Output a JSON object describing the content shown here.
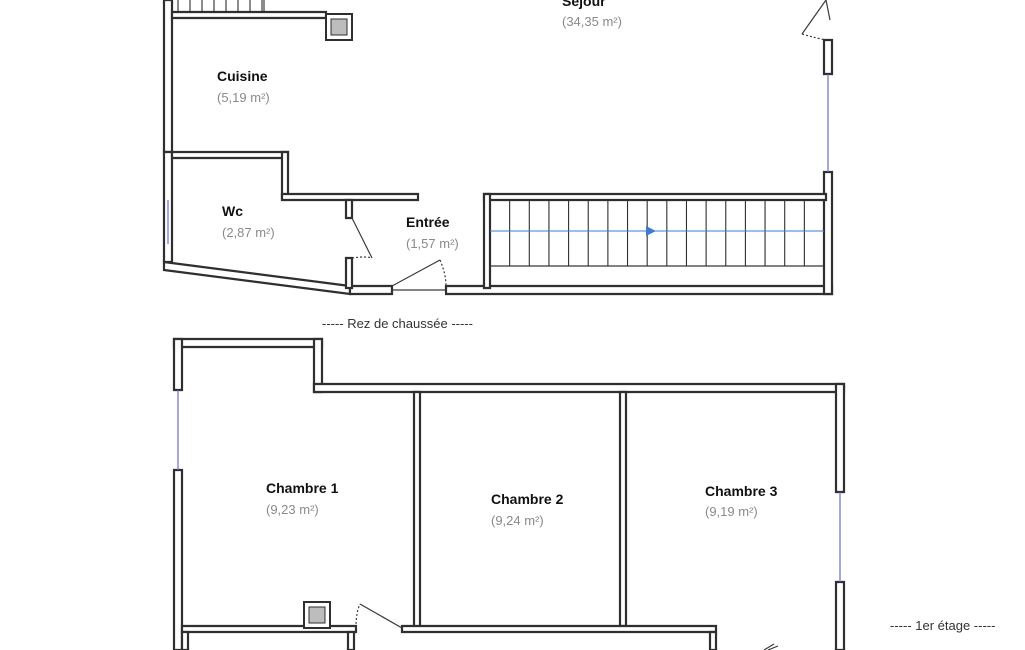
{
  "levels": {
    "ground": "----- Rez de chaussée -----",
    "first": "----- 1er étage -----"
  },
  "rooms": {
    "sejour": {
      "name": "Séjour",
      "area": "(34,35 m²)"
    },
    "cuisine": {
      "name": "Cuisine",
      "area": "(5,19 m²)"
    },
    "wc": {
      "name": "Wc",
      "area": "(2,87 m²)"
    },
    "entree": {
      "name": "Entrée",
      "area": "(1,57 m²)"
    },
    "chambre1": {
      "name": "Chambre 1",
      "area": "(9,23 m²)"
    },
    "chambre2": {
      "name": "Chambre 2",
      "area": "(9,24 m²)"
    },
    "chambre3": {
      "name": "Chambre 3",
      "area": "(9,19 m²)"
    }
  },
  "colors": {
    "wall": "#2f2f2f",
    "window": "#6b6bd6",
    "stair_arrow": "#3b7bd8",
    "area_text": "#8a8a8a"
  }
}
